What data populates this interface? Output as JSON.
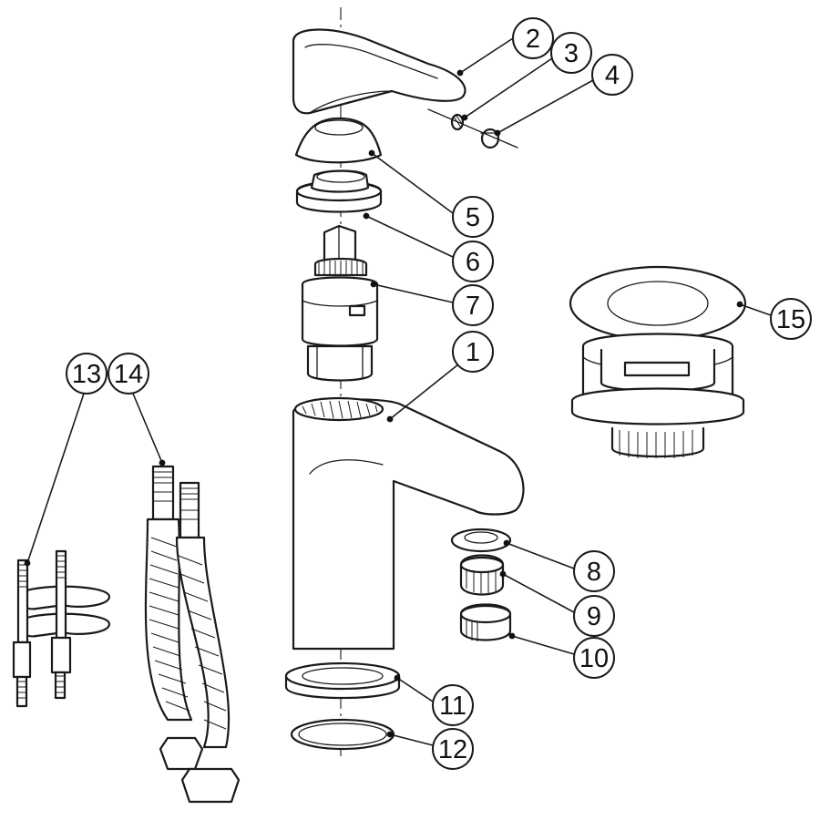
{
  "callouts": [
    {
      "id": "2",
      "label": "2"
    },
    {
      "id": "3",
      "label": "3"
    },
    {
      "id": "4",
      "label": "4"
    },
    {
      "id": "5",
      "label": "5"
    },
    {
      "id": "6",
      "label": "6"
    },
    {
      "id": "7",
      "label": "7"
    },
    {
      "id": "1",
      "label": "1"
    },
    {
      "id": "15",
      "label": "15"
    },
    {
      "id": "13",
      "label": "13"
    },
    {
      "id": "14",
      "label": "14"
    },
    {
      "id": "8",
      "label": "8"
    },
    {
      "id": "9",
      "label": "9"
    },
    {
      "id": "10",
      "label": "10"
    },
    {
      "id": "11",
      "label": "11"
    },
    {
      "id": "12",
      "label": "12"
    }
  ],
  "colors": {
    "line": "#1a1a1a",
    "background": "#ffffff"
  }
}
